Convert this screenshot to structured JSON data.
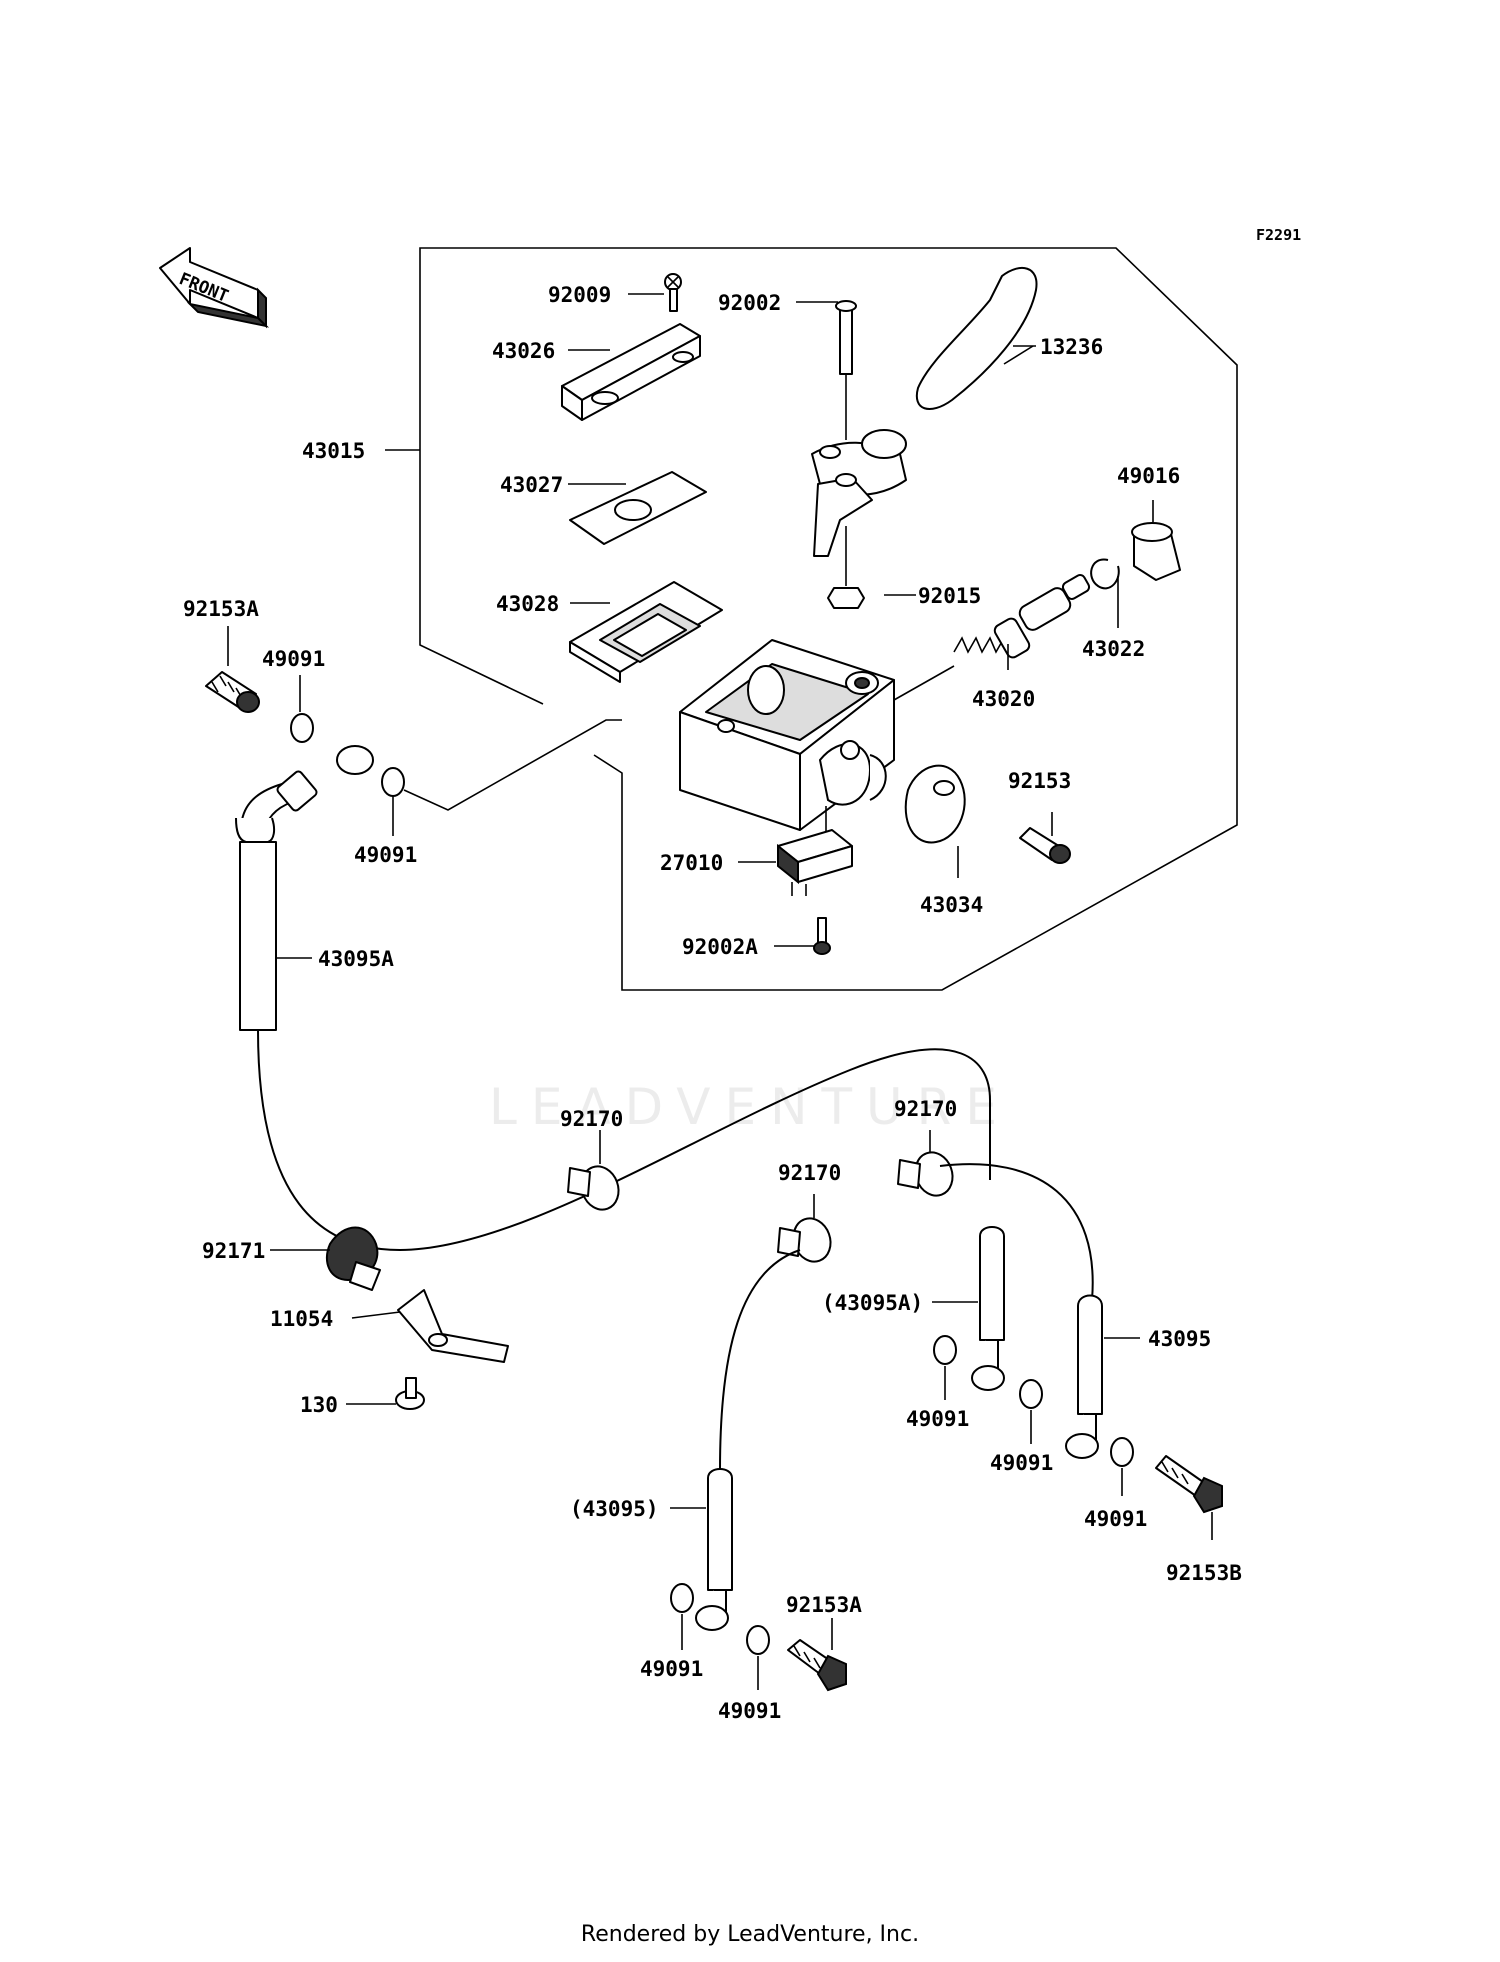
{
  "figure_id": "F2291",
  "direction_marker": "FRONT",
  "watermark": "LEADVENTURE",
  "credit": "Rendered by LeadVenture, Inc.",
  "labels": {
    "p92009": "92009",
    "p43026": "43026",
    "p43015": "43015",
    "p43027": "43027",
    "p43028": "43028",
    "p92002": "92002",
    "p13236": "13236",
    "p49016": "49016",
    "p92015": "92015",
    "p43022": "43022",
    "p43020": "43020",
    "p92153": "92153",
    "p27010": "27010",
    "p43034": "43034",
    "p92002A": "92002A",
    "p92153A_top": "92153A",
    "p49091_a": "49091",
    "p49091_b": "49091",
    "p43095A": "43095A",
    "p92170_a": "92170",
    "p92170_b": "92170",
    "p92170_c": "92170",
    "p92171": "92171",
    "p11054": "11054",
    "p130": "130",
    "p43095A_ref": "(43095A)",
    "p43095": "43095",
    "p49091_c": "49091",
    "p49091_d": "49091",
    "p49091_e": "49091",
    "p92153B": "92153B",
    "p43095_ref": "(43095)",
    "p92153A_bottom": "92153A",
    "p49091_f": "49091",
    "p49091_g": "49091"
  }
}
